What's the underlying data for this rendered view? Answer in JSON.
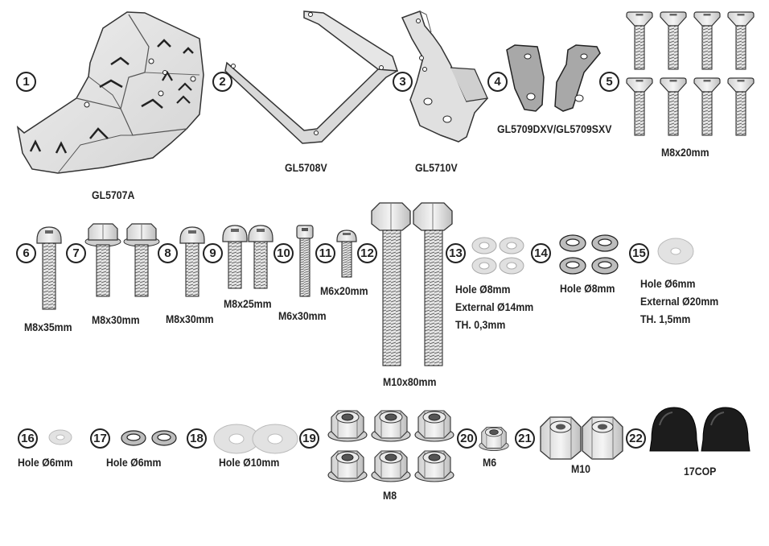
{
  "items": [
    {
      "num": "1",
      "label": "GL5707A"
    },
    {
      "num": "2",
      "label": "GL5708V"
    },
    {
      "num": "3",
      "label": "GL5710V"
    },
    {
      "num": "4",
      "label": "GL5709DXV/GL5709SXV"
    },
    {
      "num": "5",
      "label": "M8x20mm"
    },
    {
      "num": "6",
      "label": "M8x35mm"
    },
    {
      "num": "7",
      "label": "M8x30mm"
    },
    {
      "num": "8",
      "label": "M8x30mm"
    },
    {
      "num": "9",
      "label": "M8x25mm"
    },
    {
      "num": "10",
      "label": "M6x30mm"
    },
    {
      "num": "11",
      "label": "M6x20mm"
    },
    {
      "num": "12",
      "label": "M10x80mm"
    },
    {
      "num": "13",
      "lines": [
        "Hole Ø8mm",
        "External Ø14mm",
        "TH. 0,3mm"
      ]
    },
    {
      "num": "14",
      "label": "Hole Ø8mm"
    },
    {
      "num": "15",
      "lines": [
        "Hole Ø6mm",
        "External Ø20mm",
        "TH. 1,5mm"
      ]
    },
    {
      "num": "16",
      "label": "Hole Ø6mm"
    },
    {
      "num": "17",
      "label": "Hole Ø6mm"
    },
    {
      "num": "18",
      "label": "Hole Ø10mm"
    },
    {
      "num": "19",
      "label": "M8"
    },
    {
      "num": "20",
      "label": "M6"
    },
    {
      "num": "21",
      "label": "M10"
    },
    {
      "num": "22",
      "label": "17COP"
    }
  ]
}
